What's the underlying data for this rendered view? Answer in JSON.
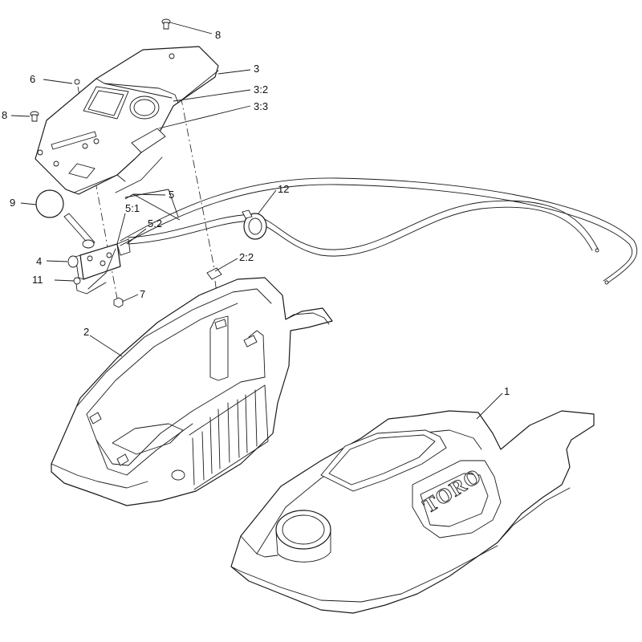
{
  "callouts": {
    "c1": "1",
    "c2": "2",
    "c2_2": "2:2",
    "c3": "3",
    "c3_2": "3:2",
    "c3_3": "3:3",
    "c4": "4",
    "c5": "5",
    "c5_1": "5:1",
    "c5_2": "5:2",
    "c6": "6",
    "c7": "7",
    "c8_top": "8",
    "c8_left": "8",
    "c9": "9",
    "c11": "11",
    "c12": "12"
  },
  "logo": {
    "text": "TORO"
  },
  "colors": {
    "line": "#1a1a1a",
    "background": "#ffffff"
  }
}
